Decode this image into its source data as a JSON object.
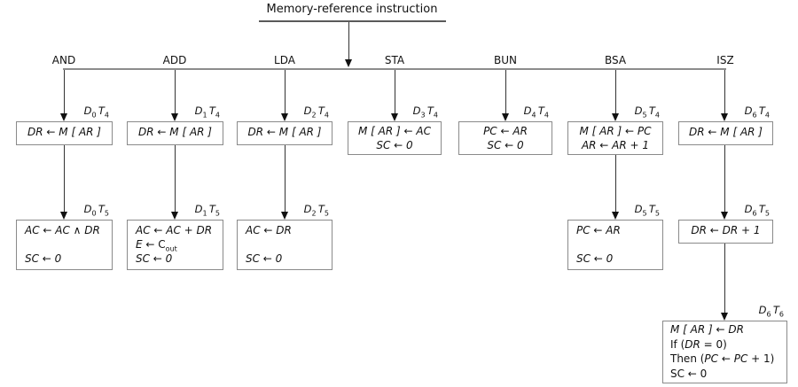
{
  "title": "Memory-reference instruction",
  "colors": {
    "box_border": "#8a8a8a",
    "bus_line": "#8c8c8c",
    "connector_line": "#333333",
    "text": "#111111"
  },
  "columns": [
    {
      "name": "AND",
      "boxes": [
        {
          "label": [
            [
              "D",
              "i"
            ],
            [
              "0",
              "sub"
            ],
            [
              " "
            ],
            [
              "T",
              "i"
            ],
            [
              "4",
              "sub"
            ]
          ],
          "lines": [
            "DR ← M [ AR ]"
          ]
        },
        {
          "label": [
            [
              "D",
              "i"
            ],
            [
              "0",
              "sub"
            ],
            [
              " "
            ],
            [
              "T",
              "i"
            ],
            [
              "5",
              "sub"
            ]
          ],
          "lines": [
            "AC ← AC ∧ DR",
            "",
            "SC ← 0"
          ]
        }
      ]
    },
    {
      "name": "ADD",
      "boxes": [
        {
          "label": [
            [
              "D",
              "i"
            ],
            [
              "1",
              "sub"
            ],
            [
              " "
            ],
            [
              "T",
              "i"
            ],
            [
              "4",
              "sub"
            ]
          ],
          "lines": [
            "DR ← M [ AR ]"
          ]
        },
        {
          "label": [
            [
              "D",
              "i"
            ],
            [
              "1",
              "sub"
            ],
            [
              " "
            ],
            [
              "T",
              "i"
            ],
            [
              "5",
              "sub"
            ]
          ],
          "lines": [
            "AC ← AC + DR",
            [
              [
                "E",
                "i"
              ],
              [
                " ← ",
                "i"
              ],
              [
                "C",
                "r"
              ],
              [
                "out",
                "sub"
              ]
            ],
            "SC ← 0"
          ]
        }
      ]
    },
    {
      "name": "LDA",
      "boxes": [
        {
          "label": [
            [
              "D",
              "i"
            ],
            [
              "2",
              "sub"
            ],
            [
              " "
            ],
            [
              "T",
              "i"
            ],
            [
              "4",
              "sub"
            ]
          ],
          "lines": [
            "DR ← M [ AR ]"
          ]
        },
        {
          "label": [
            [
              "D",
              "i"
            ],
            [
              "2",
              "sub"
            ],
            [
              " "
            ],
            [
              "T",
              "i"
            ],
            [
              "5",
              "sub"
            ]
          ],
          "lines": [
            "AC ← DR",
            "",
            "SC ← 0"
          ]
        }
      ]
    },
    {
      "name": "STA",
      "boxes": [
        {
          "label": [
            [
              "D",
              "i"
            ],
            [
              "3",
              "sub"
            ],
            [
              " "
            ],
            [
              "T",
              "i"
            ],
            [
              "4",
              "sub"
            ]
          ],
          "lines": [
            "M [ AR ] ← AC",
            "SC ← 0"
          ]
        }
      ]
    },
    {
      "name": "BUN",
      "boxes": [
        {
          "label": [
            [
              "D",
              "i"
            ],
            [
              "4",
              "sub"
            ],
            [
              " "
            ],
            [
              "T",
              "i"
            ],
            [
              "4",
              "sub"
            ]
          ],
          "lines": [
            "PC ← AR",
            "SC ← 0"
          ]
        }
      ]
    },
    {
      "name": "BSA",
      "boxes": [
        {
          "label": [
            [
              "D",
              "i"
            ],
            [
              "5",
              "sub"
            ],
            [
              " "
            ],
            [
              "T",
              "i"
            ],
            [
              "4",
              "sub"
            ]
          ],
          "lines": [
            "M [ AR ] ← PC",
            "AR ← AR + 1"
          ]
        },
        {
          "label": [
            [
              "D",
              "i"
            ],
            [
              "5",
              "sub"
            ],
            [
              " "
            ],
            [
              "T",
              "i"
            ],
            [
              "5",
              "sub"
            ]
          ],
          "lines": [
            "PC ← AR",
            "",
            "SC ← 0"
          ]
        }
      ]
    },
    {
      "name": "ISZ",
      "boxes": [
        {
          "label": [
            [
              "D",
              "i"
            ],
            [
              "6",
              "sub"
            ],
            [
              " "
            ],
            [
              "T",
              "i"
            ],
            [
              "4",
              "sub"
            ]
          ],
          "lines": [
            "DR ← M [ AR ]"
          ]
        },
        {
          "label": [
            [
              "D",
              "i"
            ],
            [
              "6",
              "sub"
            ],
            [
              " "
            ],
            [
              "T",
              "i"
            ],
            [
              "5",
              "sub"
            ]
          ],
          "lines": [
            "DR ← DR + 1"
          ]
        },
        {
          "label": [
            [
              "D",
              "i"
            ],
            [
              "6",
              "sub"
            ],
            [
              " "
            ],
            [
              "T",
              "i"
            ],
            [
              "6",
              "sub"
            ]
          ],
          "lines": [
            "M [ AR ] ← DR",
            [
              [
                "If (",
                "r"
              ],
              [
                "DR",
                "i"
              ],
              [
                " = 0)",
                "r"
              ]
            ],
            [
              [
                "Then (",
                "r"
              ],
              [
                "PC",
                "i"
              ],
              [
                " ← ",
                "r"
              ],
              [
                "PC",
                "i"
              ],
              [
                " + 1)",
                "r"
              ]
            ],
            [
              [
                "SC ← 0",
                "r"
              ]
            ]
          ]
        }
      ]
    }
  ]
}
